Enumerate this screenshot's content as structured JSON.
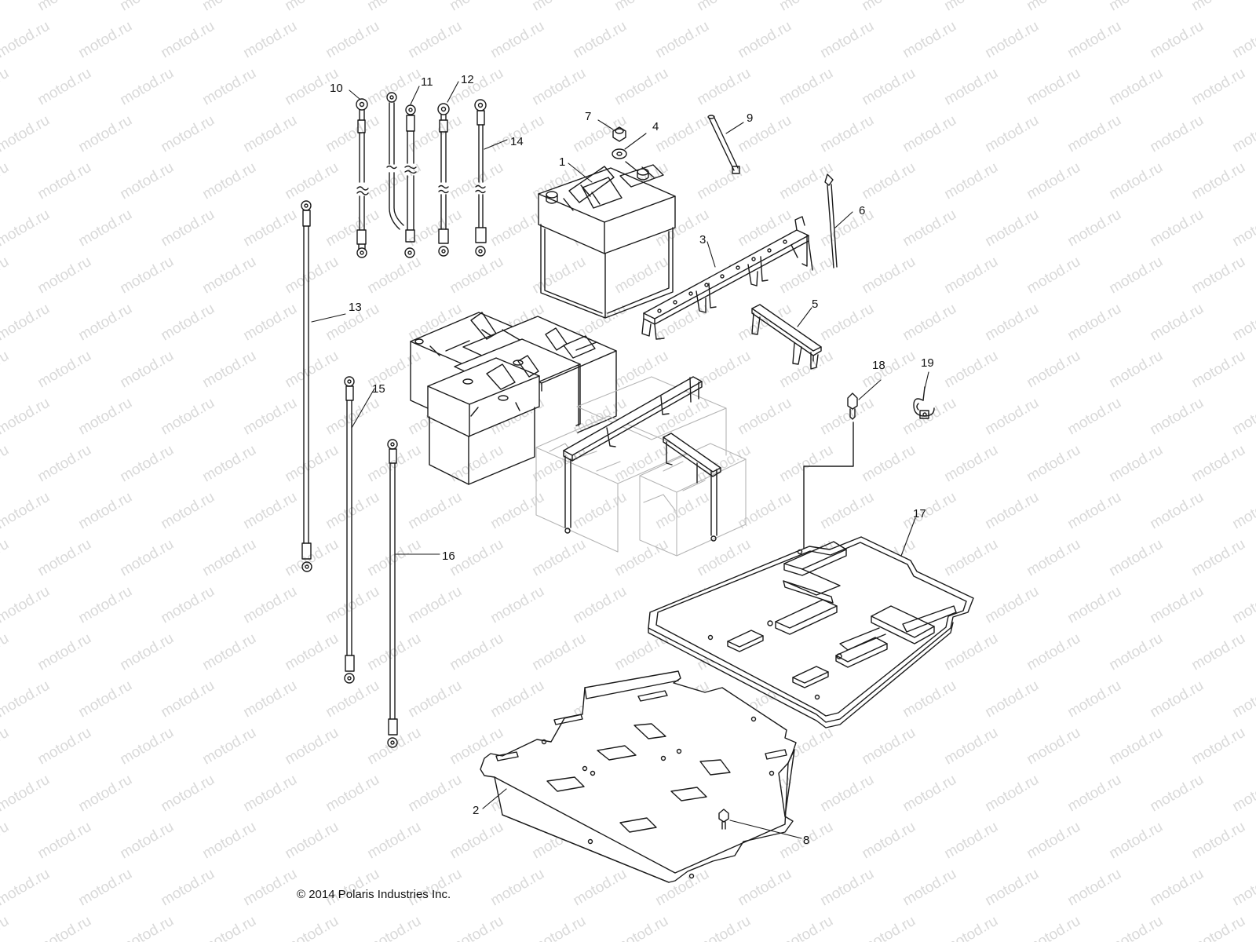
{
  "watermark": {
    "text": "motod.ru",
    "color": "#d9d9d9"
  },
  "callouts": [
    "1",
    "2",
    "3",
    "4",
    "5",
    "6",
    "7",
    "8",
    "9",
    "10",
    "11",
    "12",
    "13",
    "14",
    "15",
    "16",
    "17",
    "18",
    "19"
  ],
  "copyright": "© 2014 Polaris Industries Inc.",
  "line_color": "#1a1a1a",
  "ghost_color": "#b5b5b5"
}
